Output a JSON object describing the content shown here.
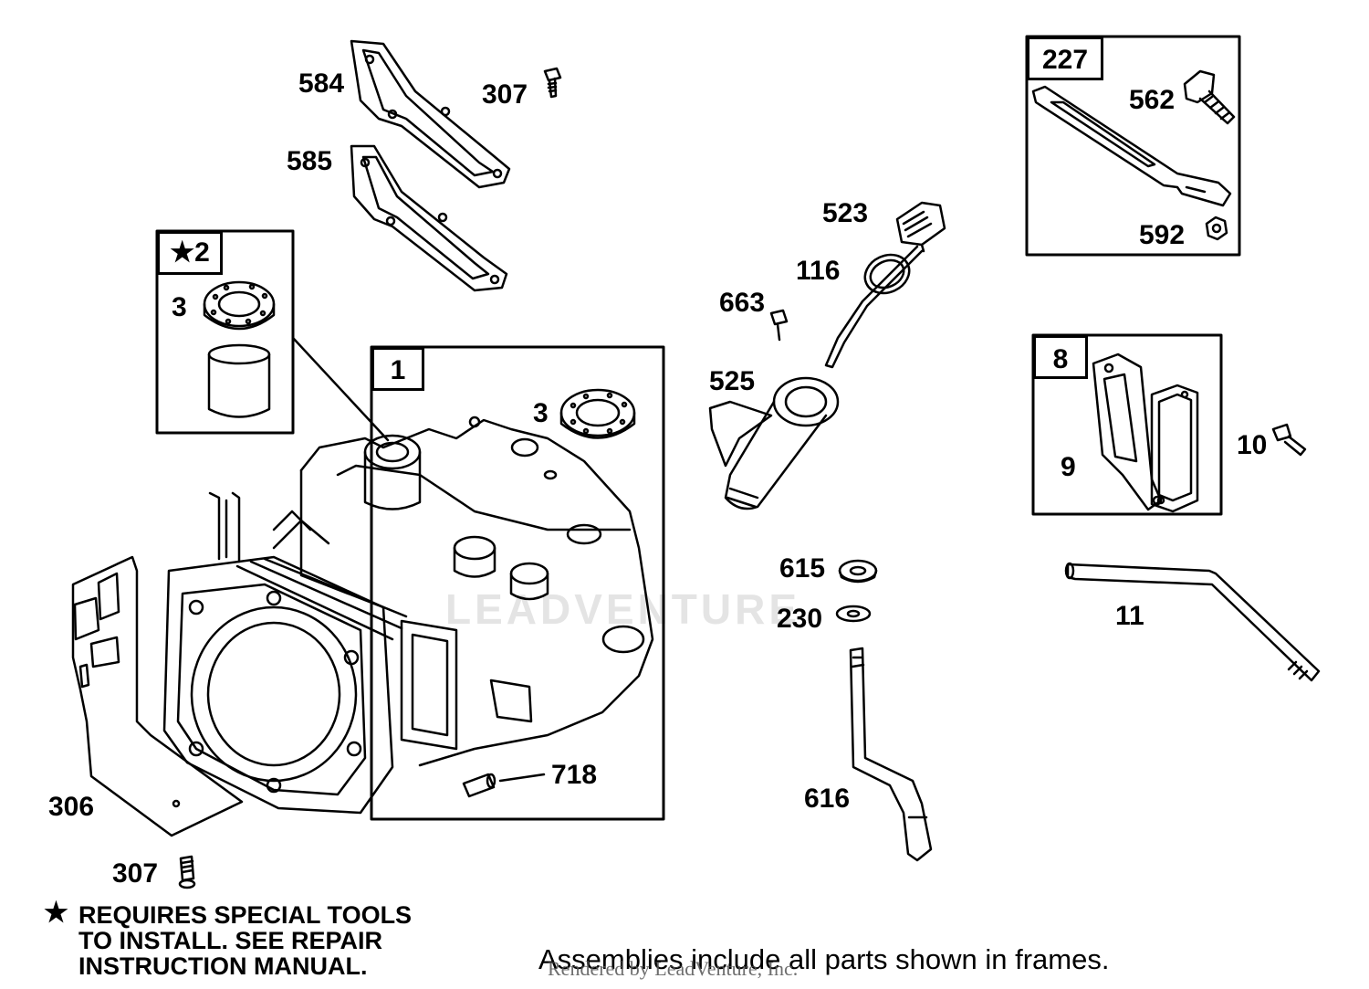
{
  "callouts": {
    "c584": "584",
    "c307_top": "307",
    "c585": "585",
    "c2": "★2",
    "c3_left": "3",
    "c1": "1",
    "c3_right": "3",
    "c718": "718",
    "c306": "306",
    "c307_bottom": "307",
    "c523": "523",
    "c116": "116",
    "c663": "663",
    "c525": "525",
    "c615": "615",
    "c230": "230",
    "c616": "616",
    "c227": "227",
    "c562": "562",
    "c592": "592",
    "c8": "8",
    "c9": "9",
    "c10": "10",
    "c11": "11"
  },
  "note": {
    "star": "★",
    "line1": "REQUIRES SPECIAL TOOLS",
    "line2": "TO INSTALL.  SEE REPAIR",
    "line3": "INSTRUCTION MANUAL."
  },
  "footer": "Assemblies include all parts shown in frames.",
  "credit": "Rendered by LeadVenture, Inc.",
  "watermark": "LEADVENTURE"
}
